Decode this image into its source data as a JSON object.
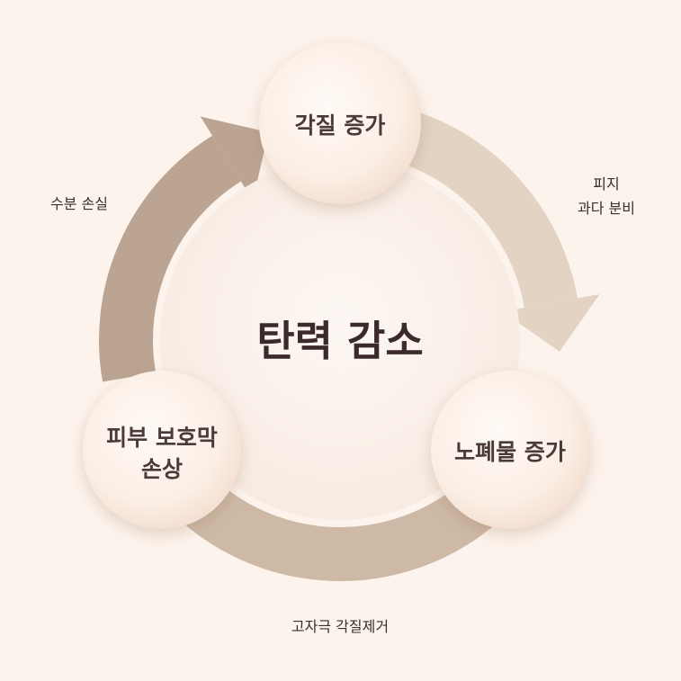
{
  "center": {
    "label": "탄력 감소"
  },
  "nodes": [
    {
      "id": "keratin",
      "lines": [
        "각질 증가"
      ]
    },
    {
      "id": "waste",
      "lines": [
        "노폐물 증가"
      ]
    },
    {
      "id": "barrier",
      "lines": [
        "피부 보호막",
        "손상"
      ]
    }
  ],
  "edge_labels": [
    {
      "id": "sebum",
      "lines": [
        "피지",
        "과다 분비"
      ]
    },
    {
      "id": "exfoliation",
      "lines": [
        "고자극 각질제거"
      ]
    },
    {
      "id": "moisture",
      "lines": [
        "수분 손실"
      ]
    }
  ],
  "colors": {
    "background": "#fcf3ec",
    "ring": "#d9c9b8",
    "arrow_light": "#e2d3c3",
    "arrow_mid": "#cdb9a6",
    "arrow_dark": "#bba592",
    "node_fill": "#fdf2ea",
    "center_fill": "#fbf2ec",
    "text_dark": "#3b2a2c"
  }
}
